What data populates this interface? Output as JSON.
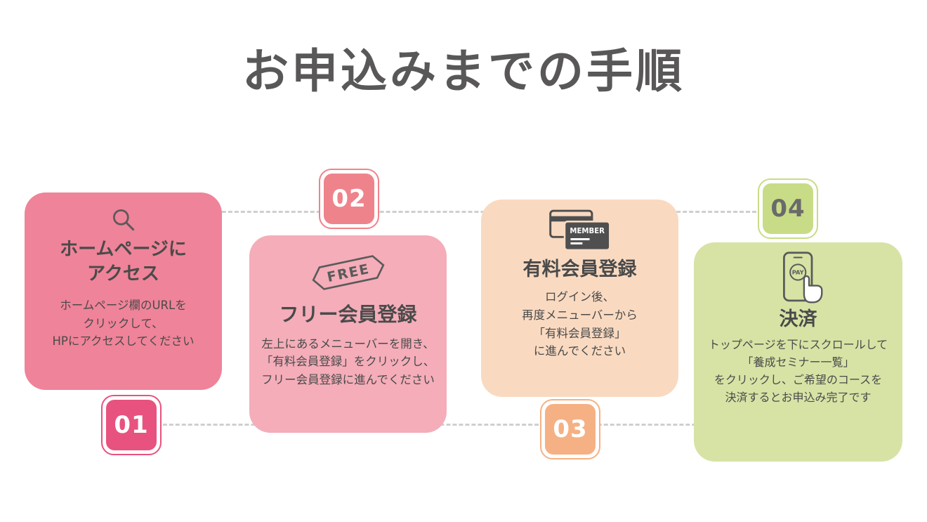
{
  "page": {
    "title": "お申込みまでの手順",
    "background": "#ffffff"
  },
  "colors": {
    "title_text": "#595757",
    "card_text": "#4a4a4a",
    "icon_stroke": "#5a5a5a",
    "connector_dashed": "#cfcfcf"
  },
  "steps": [
    {
      "number": "01",
      "icon": "search-icon",
      "heading": "ホームページに\nアクセス",
      "body": "ホームページ欄のURLを\nクリックして、\nHPにアクセスしてください",
      "card_color": "#EF8399",
      "badge_color": "#E8527F",
      "badge_number_color": "#FFFFFF"
    },
    {
      "number": "02",
      "icon": "free-stamp-icon",
      "icon_label": "FREE",
      "heading": "フリー会員登録",
      "body": "左上にあるメニューバーを開き、\n「有料会員登録」をクリックし、\nフリー会員登録に進んでください",
      "card_color": "#F4ADB9",
      "badge_color": "#EF838B",
      "badge_number_color": "#FFFFFF"
    },
    {
      "number": "03",
      "icon": "member-card-icon",
      "icon_label": "MEMBER",
      "heading": "有料会員登録",
      "body": "ログイン後、\n再度メニューバーから\n「有料会員登録」\nに進んでください",
      "card_color": "#F9DAC1",
      "badge_color": "#F5B184",
      "badge_number_color": "#FFFFFF"
    },
    {
      "number": "04",
      "icon": "pay-phone-icon",
      "icon_label": "PAY",
      "heading": "決済",
      "body": "トップページを下にスクロールして\n「養成セミナー一覧」\nをクリックし、ご希望のコースを\n決済するとお申込み完了です",
      "card_color": "#D6E3A5",
      "badge_color": "#C8DC87",
      "badge_number_color": "#6A6A6A"
    }
  ]
}
